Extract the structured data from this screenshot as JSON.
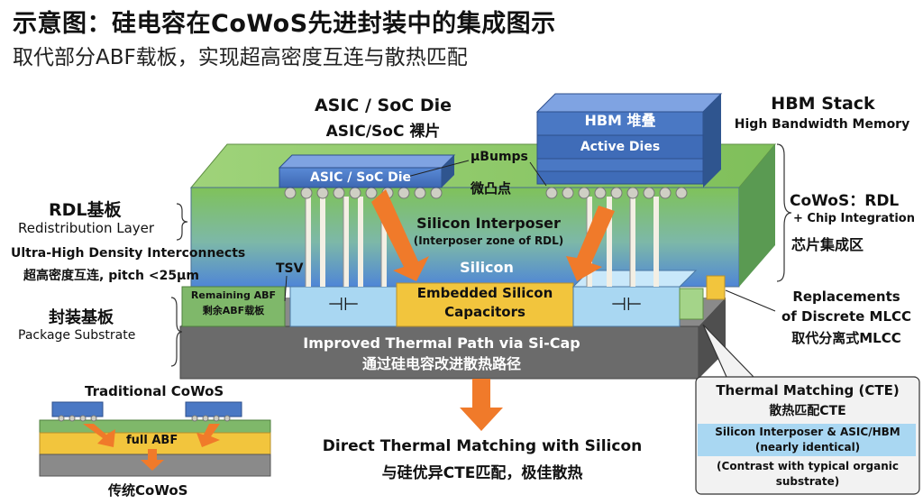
{
  "header": {
    "title": "示意图：硅电容在CoWoS先进封装中的集成图示",
    "subtitle": "取代部分ABF载板，实现超高密度互连与散热匹配"
  },
  "asic": {
    "label_en": "ASIC / SoC Die",
    "label_cn": "ASIC/SoC 裸片",
    "die_text": "ASIC / SoC Die"
  },
  "hbm": {
    "label_en": "HBM Stack",
    "label_sub": "High Bandwidth Memory",
    "top_text": "HBM 堆叠",
    "active_text": "Active Dies"
  },
  "bumps": {
    "en": "μBumps",
    "cn": "微凸点"
  },
  "rdl": {
    "title": "RDL基板",
    "sub": "Redistribution Layer",
    "interconnect_en": "Ultra-High Density Interconnects",
    "interconnect_cn": "超高密度互连, pitch <25μm",
    "tsv": "TSV"
  },
  "interposer": {
    "title": "Silicon Interposer",
    "sub": "(Interposer zone of RDL)",
    "silicon": "Silicon"
  },
  "cowos": {
    "line1": "CoWoS：RDL",
    "line2": "+ Chip Integration",
    "line3": "芯片集成区"
  },
  "substrate": {
    "title": "封装基板",
    "sub": "Package Substrate",
    "abf_en": "Remaining ABF",
    "abf_cn": "剩余ABF载板"
  },
  "capacitors": {
    "embedded_line1": "Embedded Silicon",
    "embedded_line2": "Capacitors",
    "cap_symbol": "⊣⊢"
  },
  "mlcc": {
    "line1": "Replacements",
    "line2": "of Discrete MLCC",
    "line3": "取代分离式MLCC"
  },
  "thermal_path": {
    "en": "Improved Thermal Path via Si-Cap",
    "cn": "通过硅电容改进散热路径"
  },
  "direct": {
    "en": "Direct Thermal Matching with Silicon",
    "cn": "与硅优异CTE匹配，极佳散热"
  },
  "traditional": {
    "title": "Traditional CoWoS",
    "abf": "full ABF",
    "cn": "传统CoWoS"
  },
  "callout": {
    "title_en": "Thermal Matching (CTE)",
    "title_cn": "散热匹配CTE",
    "highlight_line1": "Silicon Interposer & ASIC/HBM",
    "highlight_line2": "(nearly identical)",
    "note_line1": "(Contrast with typical organic",
    "note_line2": "substrate)"
  },
  "colors": {
    "orange": "#f07a2a",
    "die_blue": "#4a78c4",
    "cap_yellow": "#f2c53d",
    "cap_blue": "#a9d7f2",
    "substrate_gray": "#6b6b6b",
    "interposer_green": "#8cc96a"
  }
}
